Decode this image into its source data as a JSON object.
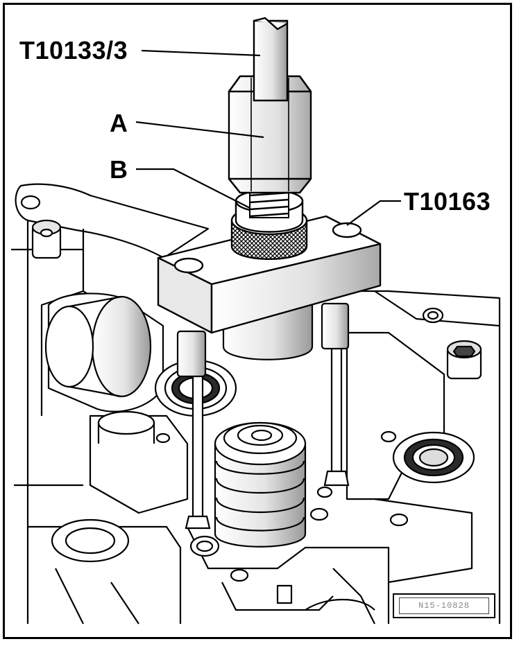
{
  "labels": {
    "spindle": "T10133/3",
    "part_a": "A",
    "part_b": "B",
    "puller": "T10163"
  },
  "figure_code": "N15-10828",
  "colors": {
    "ink": "#000000",
    "paper": "#ffffff",
    "shade": "#d0d0d0",
    "dark": "#1a1a1a"
  }
}
